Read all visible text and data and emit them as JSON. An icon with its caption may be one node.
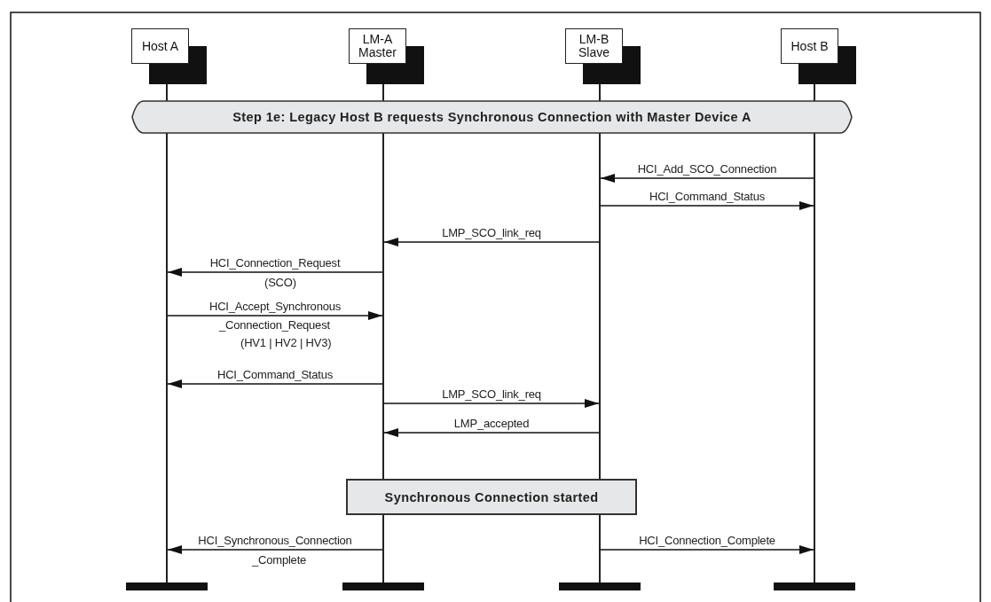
{
  "diagram": {
    "nodes": [
      {
        "text": [
          "Host A"
        ]
      },
      {
        "text": [
          "LM-A Master"
        ]
      },
      {
        "text": [
          "LM-B Slave"
        ]
      },
      {
        "text": [
          "Host B"
        ]
      },
      {
        "text": [
          "Step 1e: Legacy Host B requests Synchronous Connection with Master Device A"
        ]
      },
      {
        "text": [],
        "shape": "line"
      },
      {
        "text": [],
        "shape": "line"
      },
      {
        "text": [],
        "shape": "line"
      },
      {
        "text": [],
        "shape": "line"
      },
      {
        "text": [
          "Synchronous Connection started"
        ]
      }
    ],
    "edges": [
      {
        "from": 8,
        "to": 7,
        "arrow": "to",
        "label": "HCI_Add_SCO_Connection"
      },
      {
        "from": 7,
        "to": 8,
        "arrow": "to",
        "label": "HCI_Command_Status"
      },
      {
        "from": 7,
        "to": 6,
        "arrow": "to",
        "label": "LMP_SCO_link_req"
      },
      {
        "from": 6,
        "to": 5,
        "arrow": "to",
        "label": "HCI_Connection_Request"
      },
      {
        "from": 5,
        "to": 6,
        "arrow": "to",
        "label": "HCI_Accept_Synchronous"
      },
      {
        "from": 6,
        "to": 5,
        "arrow": "to",
        "label": "HCI_Command_Status"
      },
      {
        "from": 6,
        "to": 7,
        "arrow": "to",
        "label": "LMP_SCO_link_req"
      },
      {
        "from": 7,
        "to": 6,
        "arrow": "to",
        "label": "LMP_accepted"
      },
      {
        "from": 6,
        "to": 5,
        "arrow": "to",
        "label": "HCI_Synchronous_Connection"
      },
      {
        "from": 7,
        "to": 8,
        "arrow": "to",
        "label": "HCI_Connection_Complete"
      }
    ],
    "labels": [
      "(SCO)",
      "_Connection_Request",
      "(HV1 | HV2 | HV3)",
      "_Complete"
    ]
  }
}
